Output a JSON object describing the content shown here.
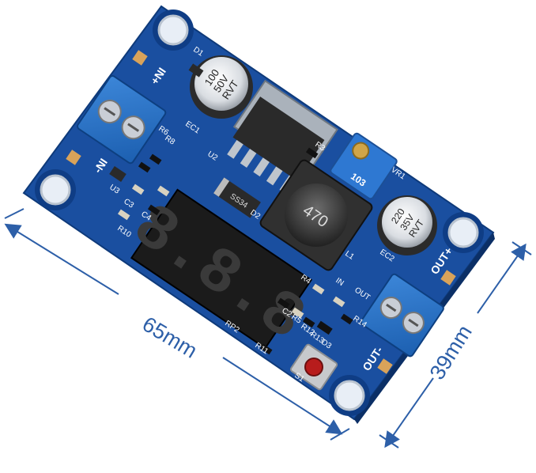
{
  "dimensions": {
    "width_label": "65mm",
    "height_label": "39mm",
    "line_color": "#2d5fa8"
  },
  "board": {
    "color": "#1a4fa0",
    "silkscreen": {
      "in_plus": "+NI",
      "in_minus": "-NI",
      "out_plus": "OUT+",
      "out_minus": "OUT-",
      "in_led": "IN",
      "out_led": "OUT",
      "refs": [
        "EC1",
        "D1",
        "U2",
        "U3",
        "C3",
        "C4",
        "R10",
        "R6",
        "R8",
        "R3",
        "VR1",
        "L1",
        "EC2",
        "D2",
        "R4",
        "R5",
        "R11",
        "R12",
        "R13",
        "R14",
        "RP2",
        "C2",
        "D3",
        "S1"
      ]
    },
    "cap_in": {
      "line1": "100",
      "line2": "50V",
      "line3": "RVT"
    },
    "cap_out": {
      "line1": "220",
      "line2": "35V",
      "line3": "RVT"
    },
    "inductor": "470",
    "trimpot": "103",
    "diode": "SS34",
    "display_digits": "8.8.8"
  }
}
